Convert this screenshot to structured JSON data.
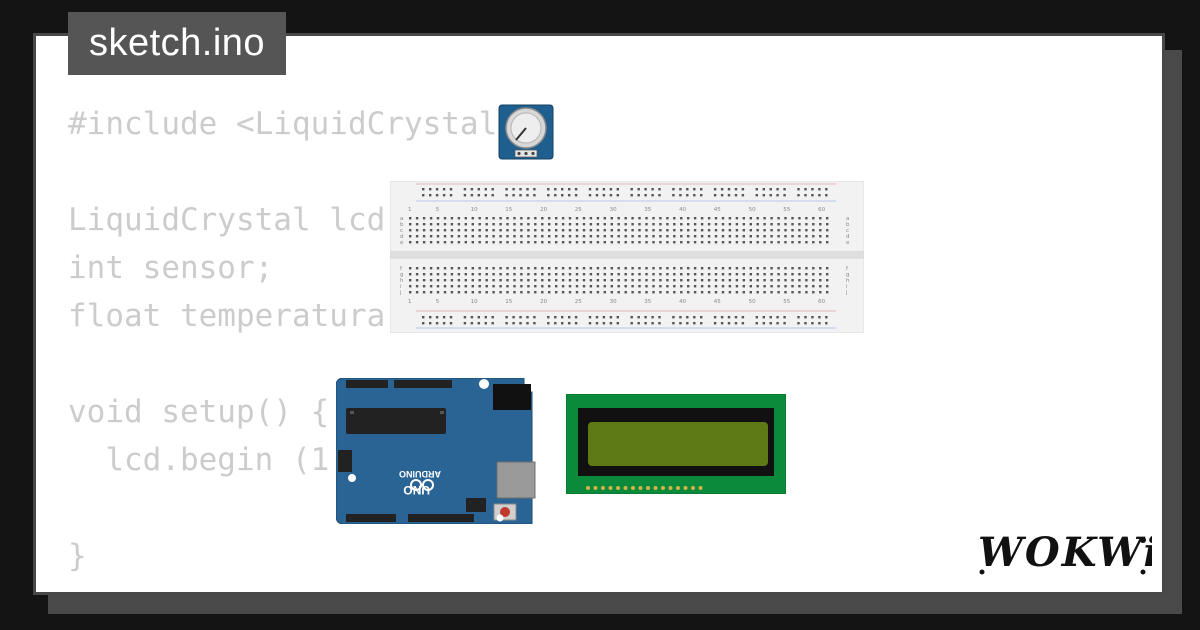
{
  "tab": {
    "filename": "sketch.ino"
  },
  "code": {
    "lines": [
      "#include <LiquidCrystal.h>",
      "",
      "LiquidCrystal lcd",
      "int sensor;",
      "float temperatura",
      "",
      "void setup() {",
      "  lcd.begin (1",
      "",
      "}"
    ]
  },
  "components": {
    "breadboard": {
      "columns": [
        "1",
        "5",
        "10",
        "15",
        "20",
        "25",
        "30",
        "35",
        "40",
        "45",
        "50",
        "55",
        "60"
      ],
      "rows_top": [
        "a",
        "b",
        "c",
        "d",
        "e"
      ],
      "rows_bottom": [
        "f",
        "g",
        "h",
        "i",
        "j"
      ]
    },
    "arduino": {
      "brand": "ARDUINO",
      "model": "UNO"
    },
    "lcd": {
      "backlight_color": "#5e7a17"
    },
    "potentiometer": {
      "icon": "potentiometer-icon"
    }
  },
  "brand": {
    "logo_text": "WOKWi",
    "logo_icon": "wokwi-logo-icon"
  },
  "colors": {
    "background": "#141414",
    "card": "#ffffff",
    "tab": "#555555",
    "code_text": "#cccccc",
    "arduino_blue": "#2a6495",
    "lcd_pcb": "#0b8a3c"
  }
}
